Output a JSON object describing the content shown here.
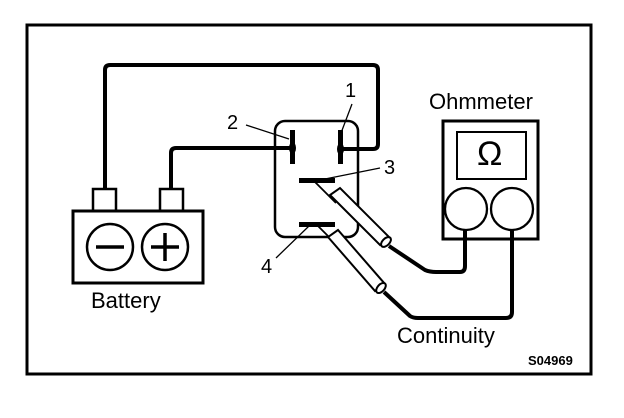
{
  "figure": {
    "code": "S04969",
    "colors": {
      "ink": "#000000",
      "background": "#ffffff"
    }
  },
  "components": {
    "battery": {
      "label": "Battery",
      "negative_symbol": "−",
      "positive_symbol": "+"
    },
    "ohmmeter": {
      "label": "Ohmmeter",
      "symbol": "Ω"
    },
    "relay": {
      "terminals": [
        "1",
        "2",
        "3",
        "4"
      ]
    }
  },
  "annotations": {
    "continuity": "Continuity"
  }
}
